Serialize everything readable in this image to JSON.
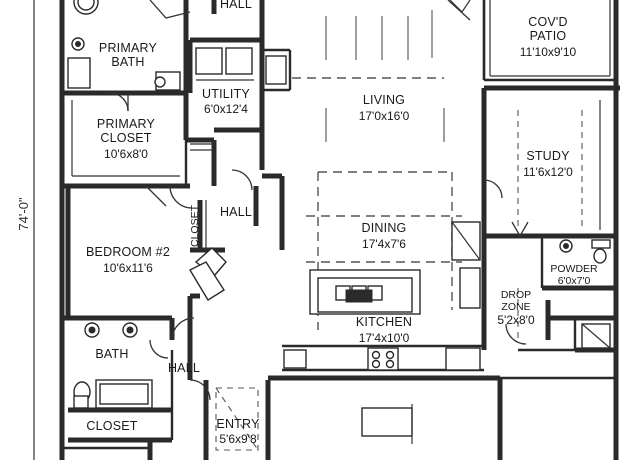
{
  "rooms": {
    "hall_top": {
      "name": "HALL"
    },
    "covd_patio": {
      "name_line1": "COV'D",
      "name_line2": "PATIO",
      "dims": "11'10x9'10"
    },
    "primary_bath": {
      "name_line1": "PRIMARY",
      "name_line2": "BATH"
    },
    "utility": {
      "name": "UTILITY",
      "dims": "6'0x12'4"
    },
    "living": {
      "name": "LIVING",
      "dims": "17'0x16'0"
    },
    "primary_closet": {
      "name_line1": "PRIMARY",
      "name_line2": "CLOSET",
      "dims": "10'6x8'0"
    },
    "study": {
      "name": "STUDY",
      "dims": "11'6x12'0"
    },
    "closet_vertical": {
      "name": "CLOSET"
    },
    "hall_mid": {
      "name": "HALL"
    },
    "dining": {
      "name": "DINING",
      "dims": "17'4x7'6"
    },
    "bedroom2": {
      "name": "BEDROOM #2",
      "dims": "10'6x11'6"
    },
    "powder": {
      "name": "POWDER",
      "dims": "6'0x7'0"
    },
    "drop_zone": {
      "name_line1": "DROP",
      "name_line2": "ZONE",
      "dims": "5'2x8'0"
    },
    "kitchen": {
      "name": "KITCHEN",
      "dims": "17'4x10'0"
    },
    "bath": {
      "name": "BATH"
    },
    "hall_low": {
      "name": "HALL"
    },
    "entry": {
      "name": "ENTRY",
      "dims": "5'6x9'8"
    },
    "closet_low": {
      "name": "CLOSET"
    }
  },
  "dimension_left": "74'-0\""
}
